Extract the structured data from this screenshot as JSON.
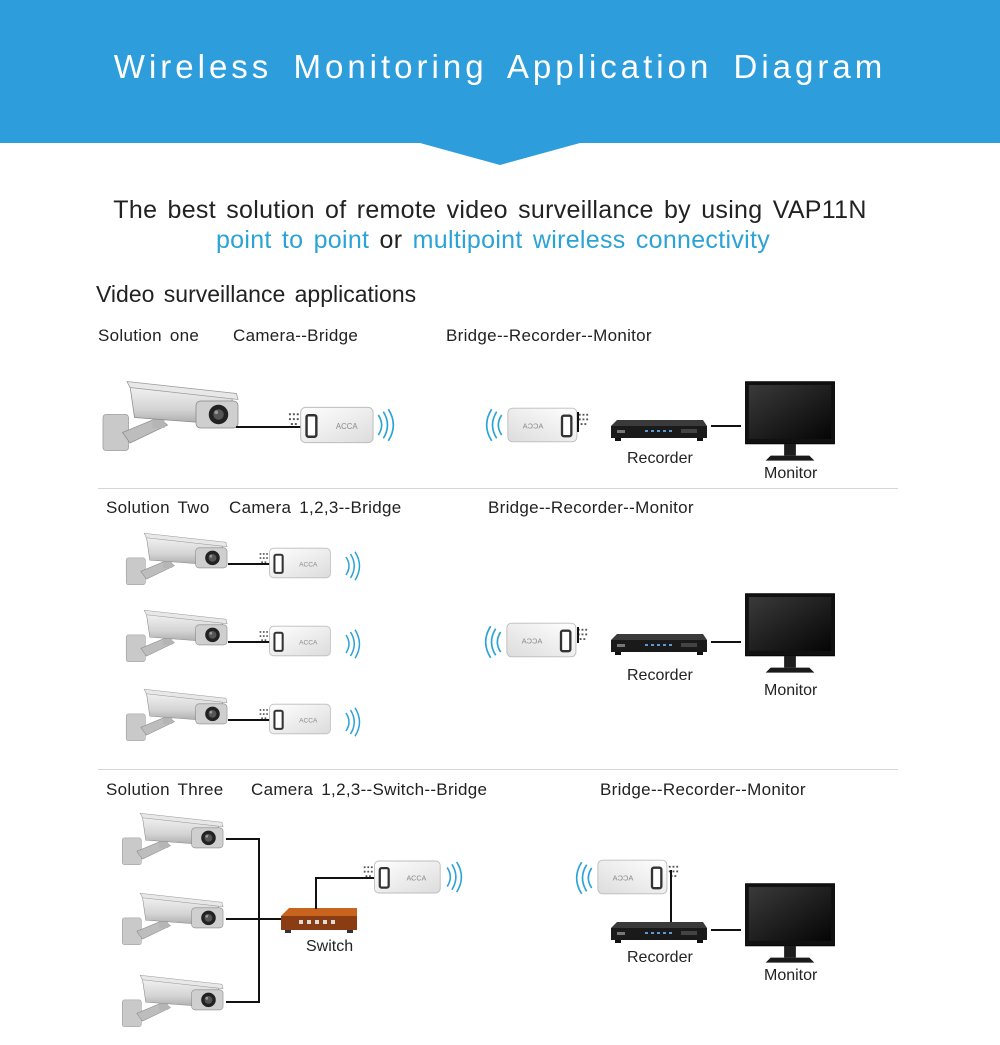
{
  "header": {
    "title": "Wireless Monitoring Application Diagram"
  },
  "intro": {
    "line1": "The best solution of remote video surveillance by using VAP11N",
    "line2_part1": "point to point",
    "line2_part2": " or ",
    "line2_part3": "multipoint wireless connectivity"
  },
  "section_heading": "Video surveillance applications",
  "solutions": [
    {
      "name": "Solution one",
      "left_caption": "Camera--Bridge",
      "right_caption": "Bridge--Recorder--Monitor",
      "recorder_label": "Recorder",
      "monitor_label": "Monitor"
    },
    {
      "name": "Solution Two",
      "left_caption": "Camera 1,2,3--Bridge",
      "right_caption": "Bridge--Recorder--Monitor",
      "recorder_label": "Recorder",
      "monitor_label": "Monitor"
    },
    {
      "name": "Solution Three",
      "left_caption": "Camera 1,2,3--Switch--Bridge",
      "right_caption": "Bridge--Recorder--Monitor",
      "switch_label": "Switch",
      "recorder_label": "Recorder",
      "monitor_label": "Monitor"
    }
  ],
  "colors": {
    "header_bg": "#2d9ddc",
    "highlight_text": "#2ba3d6",
    "wifi_waves": "#2ba3d6"
  },
  "icons": [
    "camera-icon",
    "bridge-icon",
    "wifi-waves-icon",
    "recorder-icon",
    "monitor-icon",
    "switch-icon"
  ]
}
